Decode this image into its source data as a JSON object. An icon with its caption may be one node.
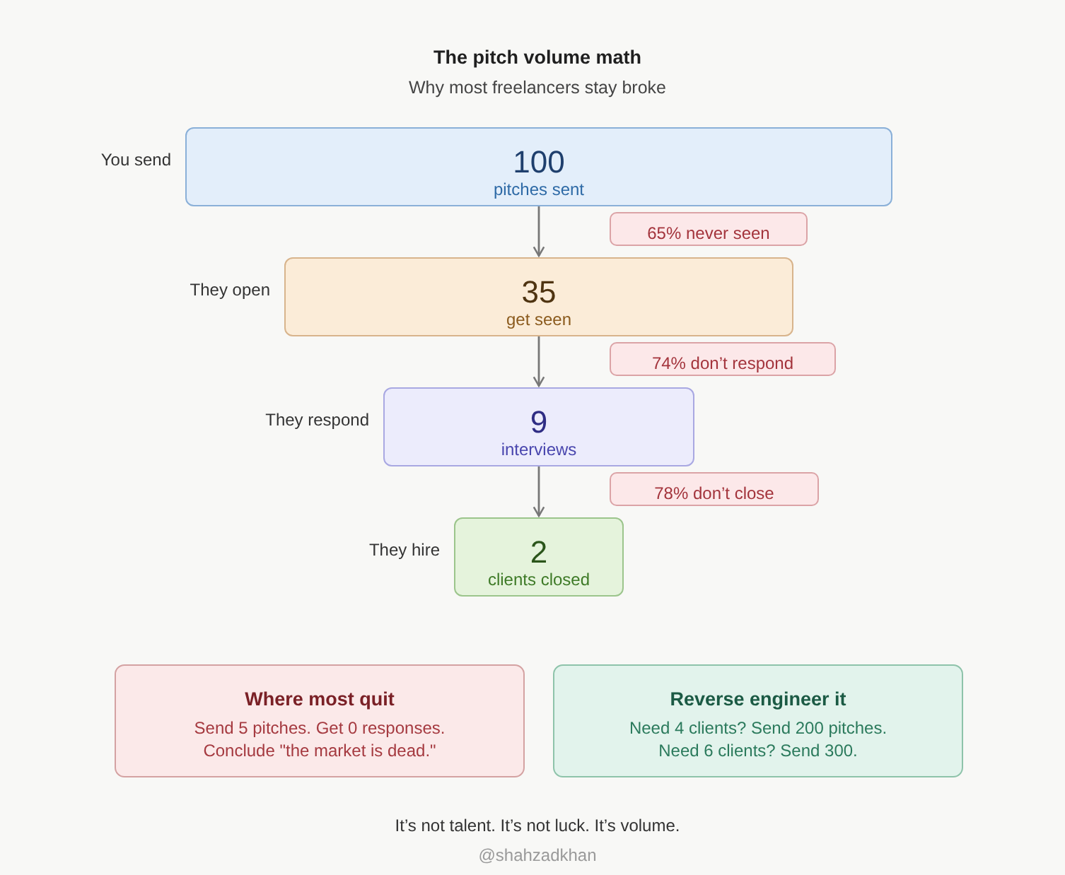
{
  "diagram": {
    "title": "The pitch volume math",
    "nodes": [
      {
        "text": [
          "100",
          "pitches sent"
        ],
        "beside": [
          "You send"
        ]
      },
      {
        "text": [
          "65% never seen"
        ]
      },
      {
        "text": [
          "35",
          "get seen"
        ],
        "beside": [
          "They open"
        ]
      },
      {
        "text": [
          "74% don’t respond"
        ]
      },
      {
        "text": [
          "9",
          "interviews"
        ],
        "beside": [
          "They respond"
        ]
      },
      {
        "text": [
          "78% don’t close"
        ]
      },
      {
        "text": [
          "2",
          "clients closed"
        ],
        "beside": [
          "They hire"
        ]
      },
      {
        "text": [
          "Where most quit",
          "Send 5 pitches. Get 0 responses. Conclude \"the market is dead.\""
        ]
      },
      {
        "text": [
          "Reverse engineer it",
          "Need 4 clients? Send 200 pitches. Need 6 clients? Send 300."
        ]
      }
    ],
    "edges": [
      {
        "from": 0,
        "to": 2,
        "arrow": "to"
      },
      {
        "from": 2,
        "to": 4,
        "arrow": "to"
      },
      {
        "from": 4,
        "to": 6,
        "arrow": "to"
      }
    ],
    "labels": [
      "Why most freelancers stay broke",
      "It’s not talent. It’s not luck. It’s volume.",
      "@shahzadkhan"
    ]
  }
}
